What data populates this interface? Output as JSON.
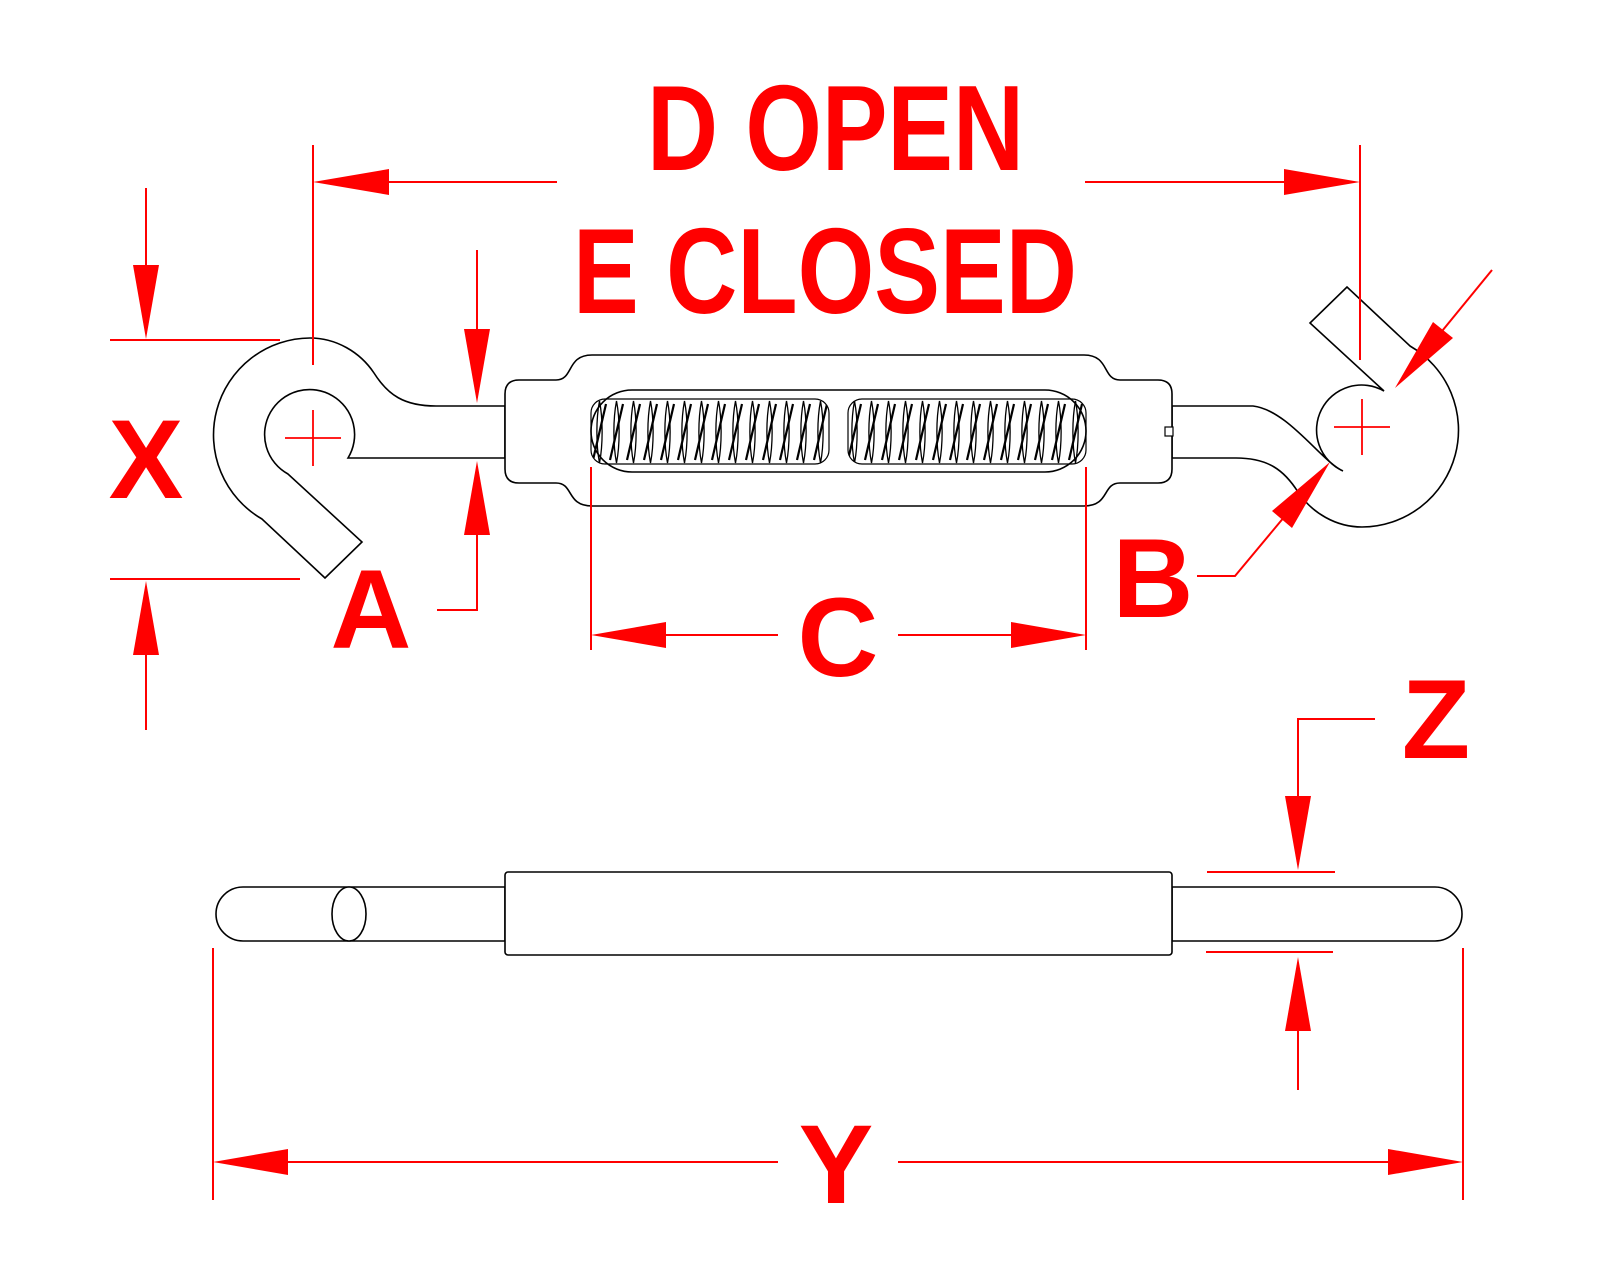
{
  "drawing": {
    "title_dim": {
      "line1": "D OPEN",
      "line2": "E CLOSED"
    },
    "labels": {
      "x": "X",
      "a": "A",
      "c": "C",
      "b": "B",
      "z": "Z",
      "y": "Y"
    },
    "colors": {
      "dimension_red": "#ff0000",
      "part_outline": "#000000",
      "background": "#ffffff"
    }
  }
}
